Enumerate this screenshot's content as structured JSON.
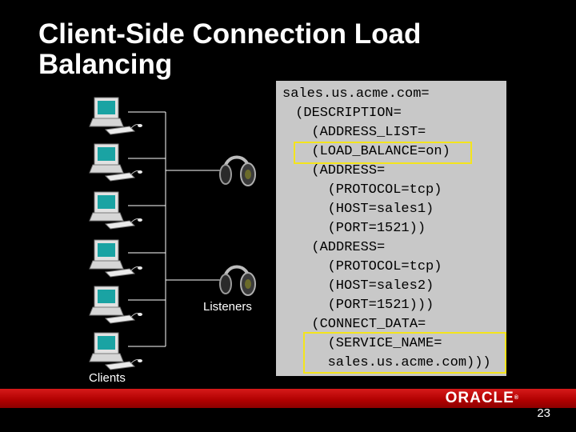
{
  "slide": {
    "title": "Client-Side Connection Load\nBalancing",
    "code_lines": [
      "sales.us.acme.com=",
      " (DESCRIPTION=",
      "  (ADDRESS_LIST=",
      "  (LOAD_BALANCE=on)",
      "  (ADDRESS=",
      "   (PROTOCOL=tcp)",
      "   (HOST=sales1)",
      "   (PORT=1521))",
      "  (ADDRESS=",
      "   (PROTOCOL=tcp)",
      "   (HOST=sales2)",
      "   (PORT=1521)))",
      "  (CONNECT_DATA=",
      "   (SERVICE_NAME=",
      "   sales.us.acme.com)))"
    ],
    "listeners_label": "Listeners",
    "clients_label": "Clients",
    "logo_text": "ORACLE",
    "logo_mark": "®",
    "page_number": "23"
  },
  "colors": {
    "background": "#000000",
    "code_box": "#c8c8c8",
    "highlight": "#f4e41c",
    "bar_red": "#c00000"
  },
  "icons": {
    "client": "desktop-computer-icon",
    "listener": "listener-headphones-icon"
  }
}
